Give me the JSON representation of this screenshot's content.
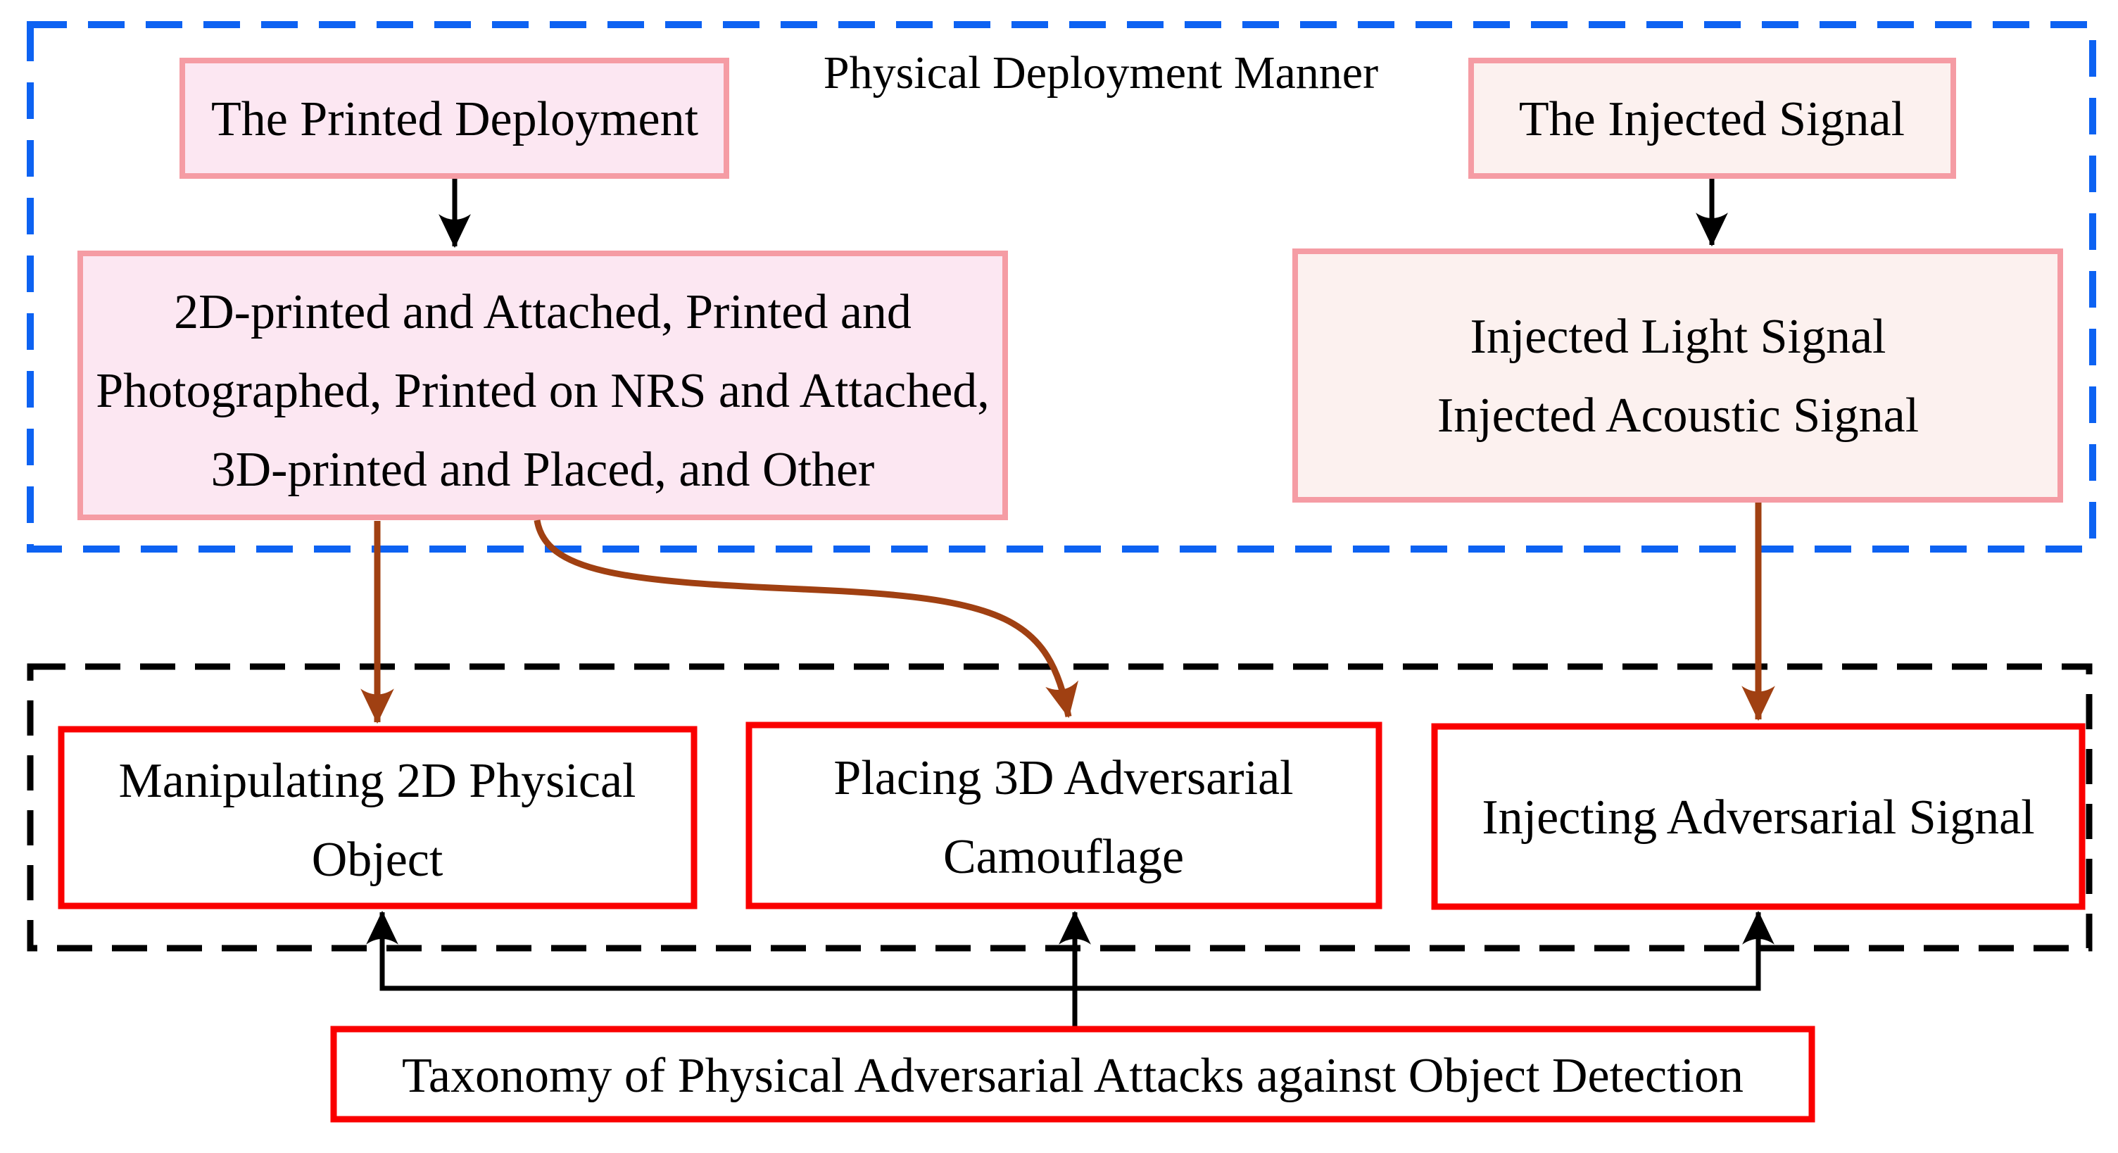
{
  "diagram": {
    "title": "Physical Deployment Manner",
    "deployment_group": {
      "printed_deployment_label": "The Printed Deployment",
      "printed_methods_lines": [
        "2D-printed and Attached, Printed and",
        "Photographed, Printed on NRS and Attached,",
        "3D-printed and Placed, and Other"
      ],
      "injected_signal_label": "The Injected Signal",
      "injected_methods_lines": [
        "Injected Light Signal",
        "Injected Acoustic Signal"
      ]
    },
    "attack_group": {
      "manipulating_lines": [
        "Manipulating 2D Physical",
        "Object"
      ],
      "placing_lines": [
        "Placing 3D Adversarial",
        "Camouflage"
      ],
      "injecting_label": "Injecting Adversarial Signal"
    },
    "taxonomy_label": "Taxonomy of Physical Adversarial Attacks against Object Detection",
    "colors": {
      "blue_dash": "#0D62F2",
      "black": "#000000",
      "pink_border": "#F59CA4",
      "pink_fill": "#FCE7F2",
      "pale_fill": "#FCF1EF",
      "red_border": "#FA0000",
      "brown_arrow": "#A04012"
    }
  }
}
